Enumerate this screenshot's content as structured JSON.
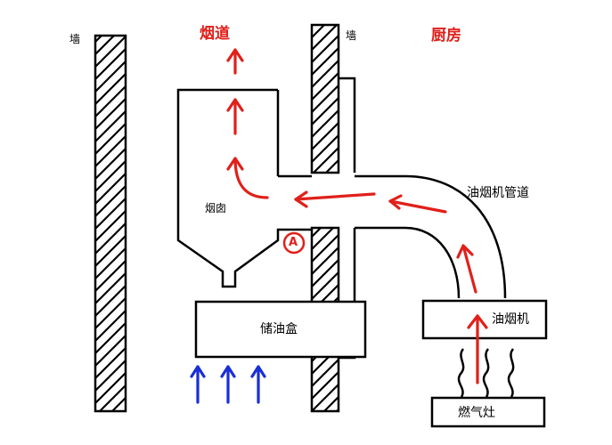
{
  "labels": {
    "wall_left": "墙",
    "wall_right": "墙",
    "flue": "烟道",
    "kitchen": "厨房",
    "chimney": "烟囱",
    "hood_duct": "油烟机管道",
    "oil_box": "储油盒",
    "range_hood": "油烟机",
    "gas_stove": "燃气灶",
    "marker_a": "A"
  },
  "colors": {
    "line": "#000000",
    "flow_arrow": "#e0201a",
    "intake_arrow": "#1a2fd6"
  }
}
